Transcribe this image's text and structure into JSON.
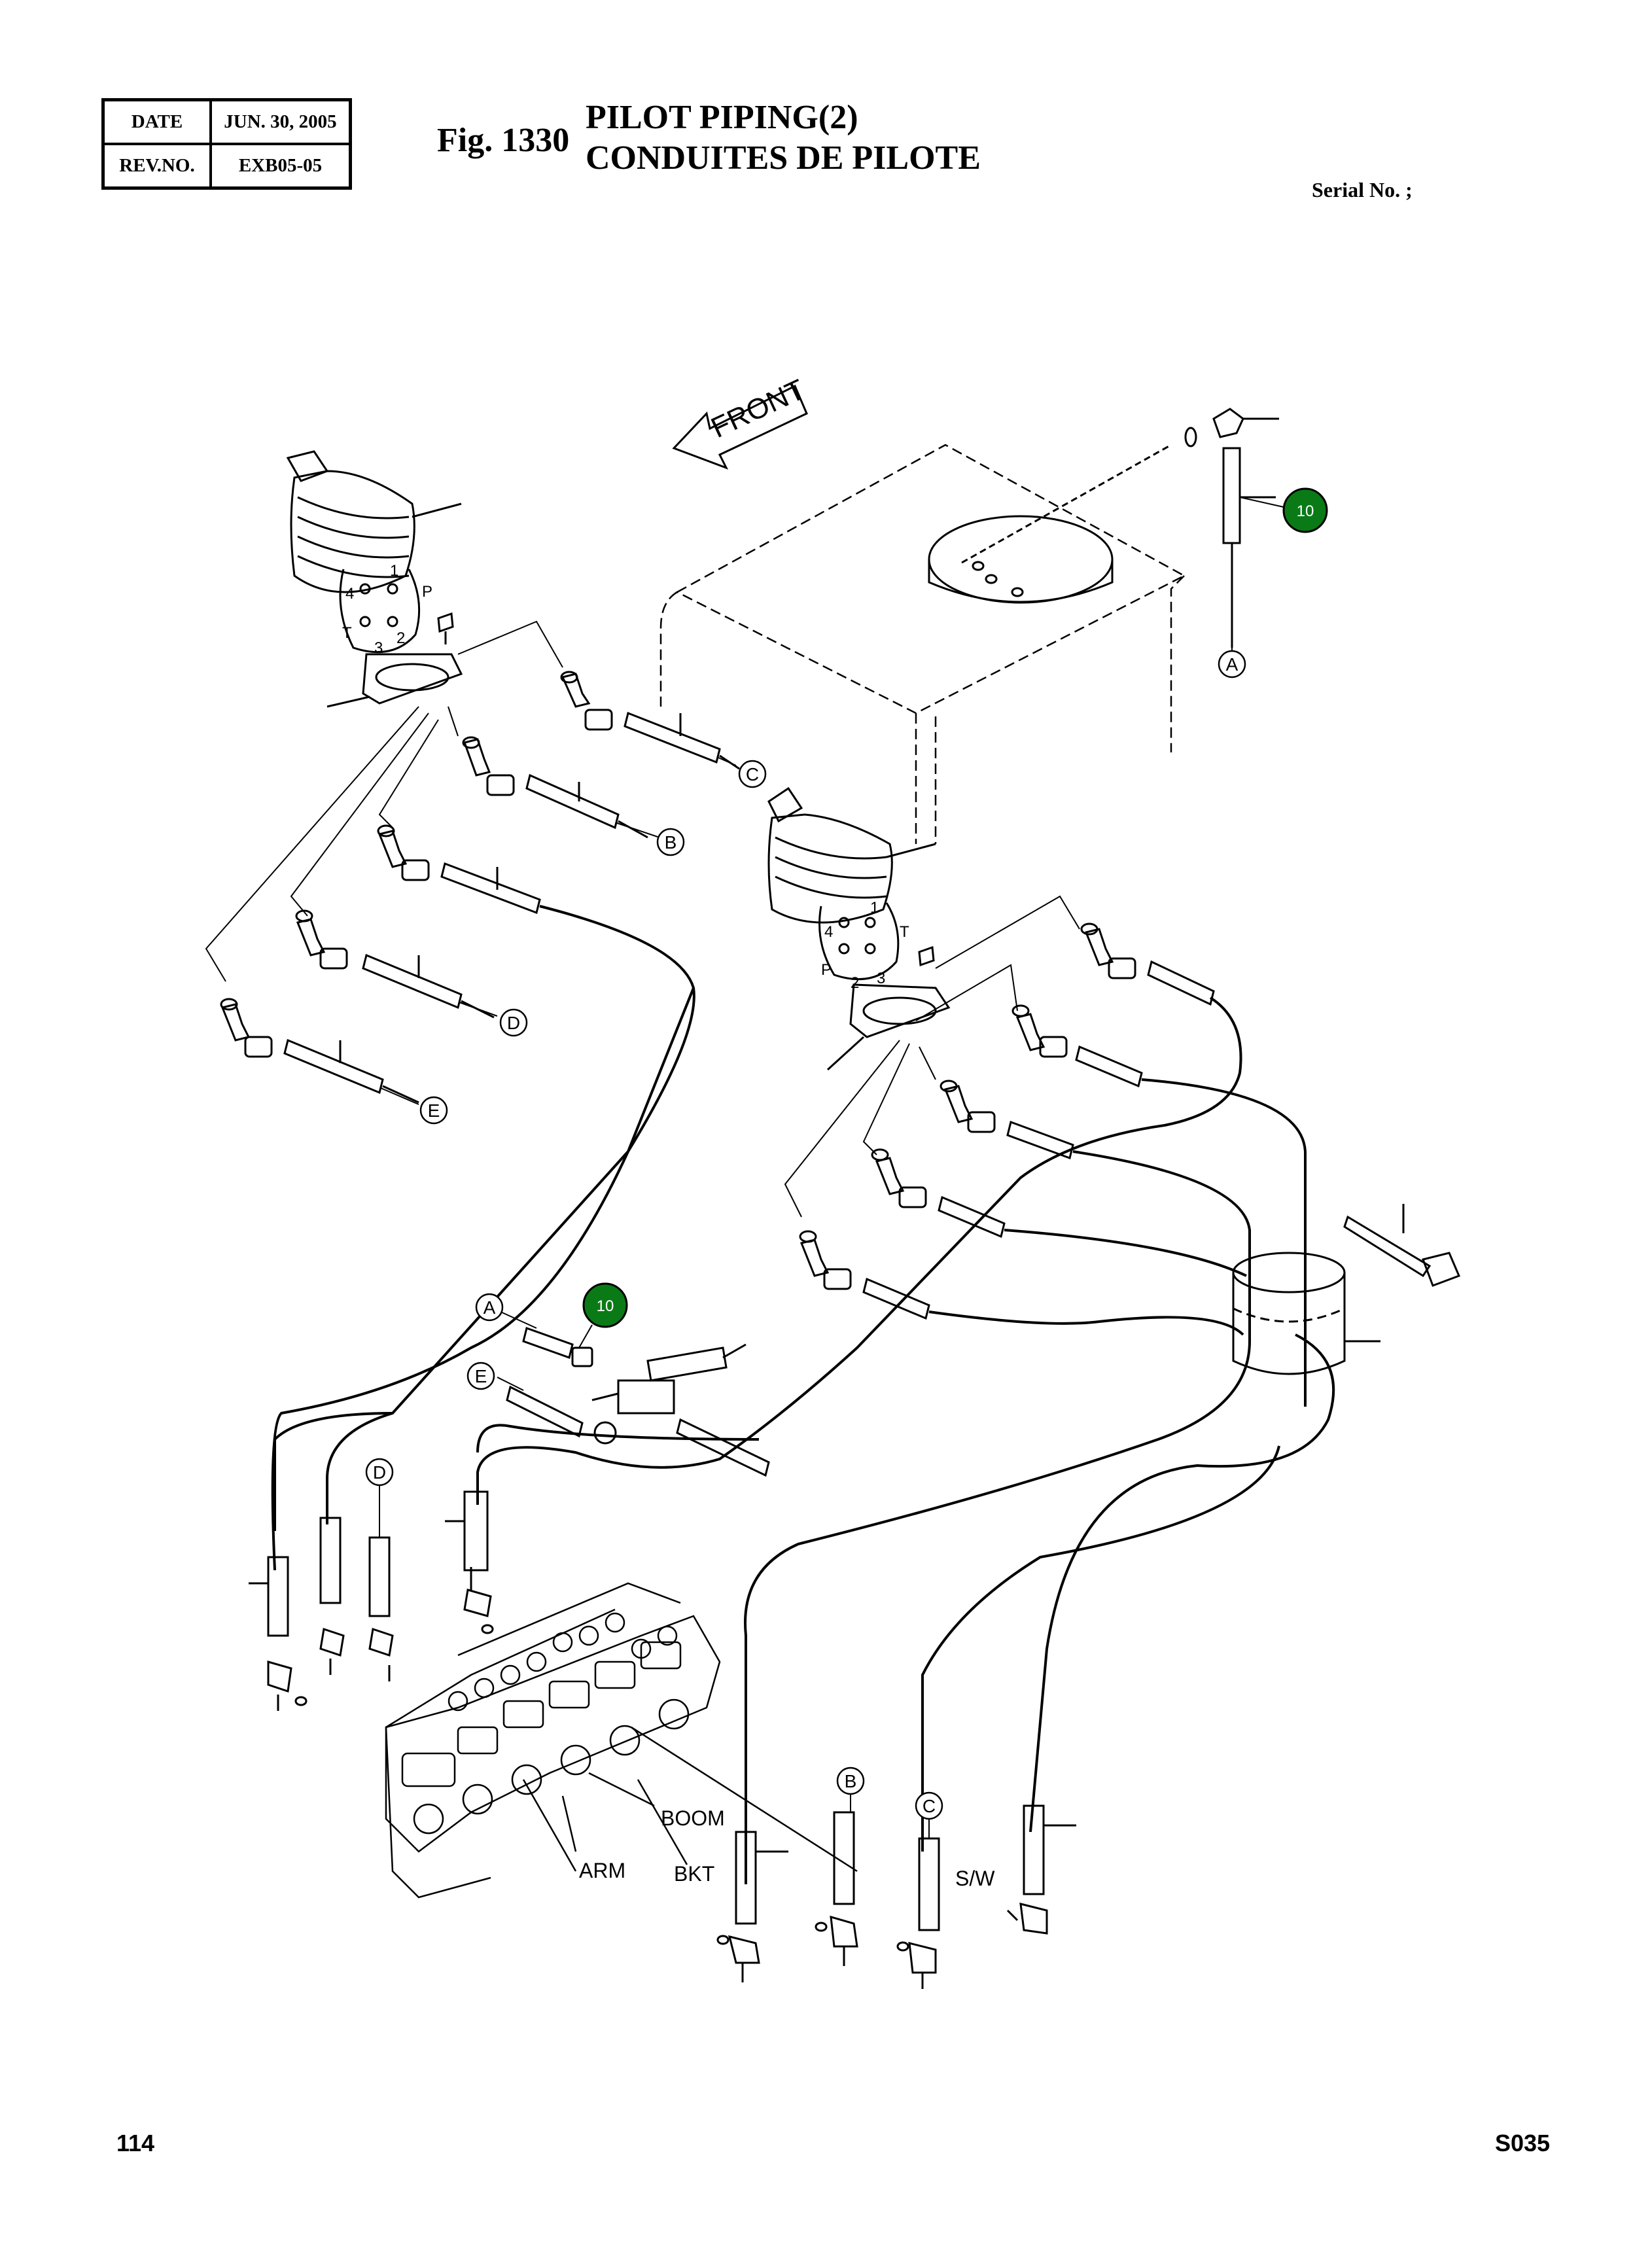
{
  "header": {
    "date_label": "DATE",
    "date_value": "JUN. 30, 2005",
    "rev_label": "REV.NO.",
    "rev_value": "EXB05-05"
  },
  "figure": {
    "number": "Fig. 1330",
    "title_en": "PILOT PIPING(2)",
    "title_fr": "CONDUITES DE PILOTE",
    "serial": "Serial No. ;"
  },
  "diagram": {
    "front_arrow": "FRONT",
    "callouts": [
      "A",
      "B",
      "C",
      "D",
      "E"
    ],
    "part_badges": [
      {
        "number": "10",
        "color": "#0a7a16"
      }
    ],
    "port_labels": {
      "left_joystick": [
        "1",
        "4",
        "P",
        "T",
        "3",
        "2"
      ],
      "right_joystick": [
        "1",
        "4",
        "T",
        "P",
        "2",
        "3"
      ]
    },
    "valve_labels": [
      "BOOM",
      "ARM",
      "BKT",
      "S/W"
    ]
  },
  "footer": {
    "page_number": "114",
    "code": "S035"
  }
}
